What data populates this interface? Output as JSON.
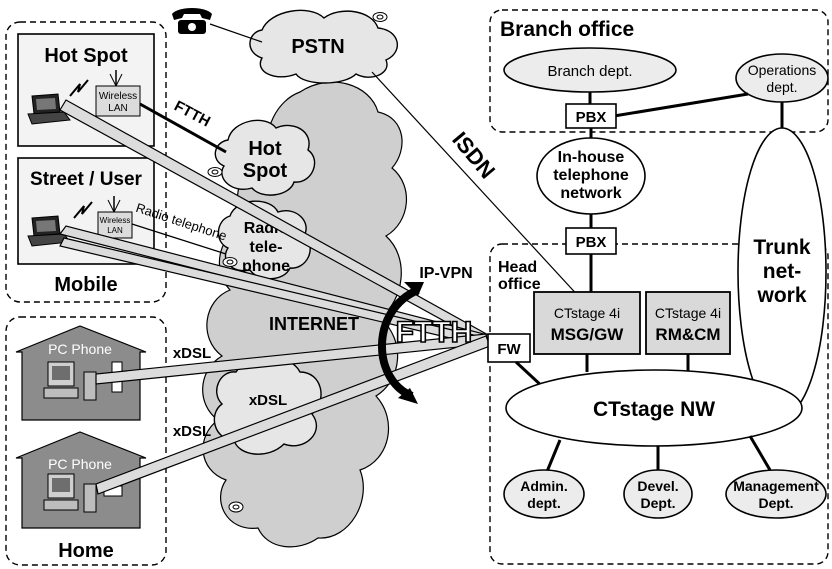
{
  "mobile": {
    "title": "Mobile",
    "hotspot_panel": {
      "title": "Hot Spot",
      "wireless_label": "Wireless",
      "lan_label": "LAN",
      "link_label": "FTTH"
    },
    "street_panel": {
      "title": "Street / User",
      "wireless_label": "Wireless",
      "lan_label": "LAN",
      "link_label": "Radio telephone"
    }
  },
  "home": {
    "title": "Home",
    "houses": [
      {
        "label": "PC Phone",
        "link_label": "xDSL"
      },
      {
        "label": "PC Phone",
        "link_label": "xDSL"
      }
    ]
  },
  "clouds": {
    "pstn": "PSTN",
    "hotspot": [
      "Hot",
      "Spot"
    ],
    "radio_telephone": [
      "Radio",
      "tele-",
      "phone"
    ],
    "internet": "INTERNET",
    "xdsl": "xDSL"
  },
  "links": {
    "isdn": "ISDN",
    "ip_vpn": "IP-VPN",
    "ftth_main": "FTTH"
  },
  "branch_office": {
    "title": "Branch office",
    "branch_dept": "Branch dept.",
    "operations_dept": [
      "Operations",
      "dept."
    ],
    "pbx": "PBX",
    "inhouse_network": [
      "In-house",
      "telephone",
      "network"
    ]
  },
  "head_office": {
    "title": [
      "Head",
      "office"
    ],
    "pbx": "PBX",
    "firewall": "FW",
    "trunk_network": [
      "Trunk",
      "net-",
      "work"
    ],
    "ctstage_boxes": [
      {
        "line1": "CTstage 4i",
        "line2": "MSG/GW"
      },
      {
        "line1": "CTstage 4i",
        "line2": "RM&CM"
      }
    ],
    "ctstage_nw": "CTstage NW",
    "departments": [
      {
        "line1": "Admin.",
        "line2": "dept."
      },
      {
        "line1": "Devel.",
        "line2": "Dept."
      },
      {
        "line1": "Management",
        "line2": "Dept."
      }
    ]
  },
  "icons": [
    "telephone-icon",
    "laptop-icon",
    "antenna-icon",
    "lightning-icon",
    "pc-phone-icon"
  ]
}
